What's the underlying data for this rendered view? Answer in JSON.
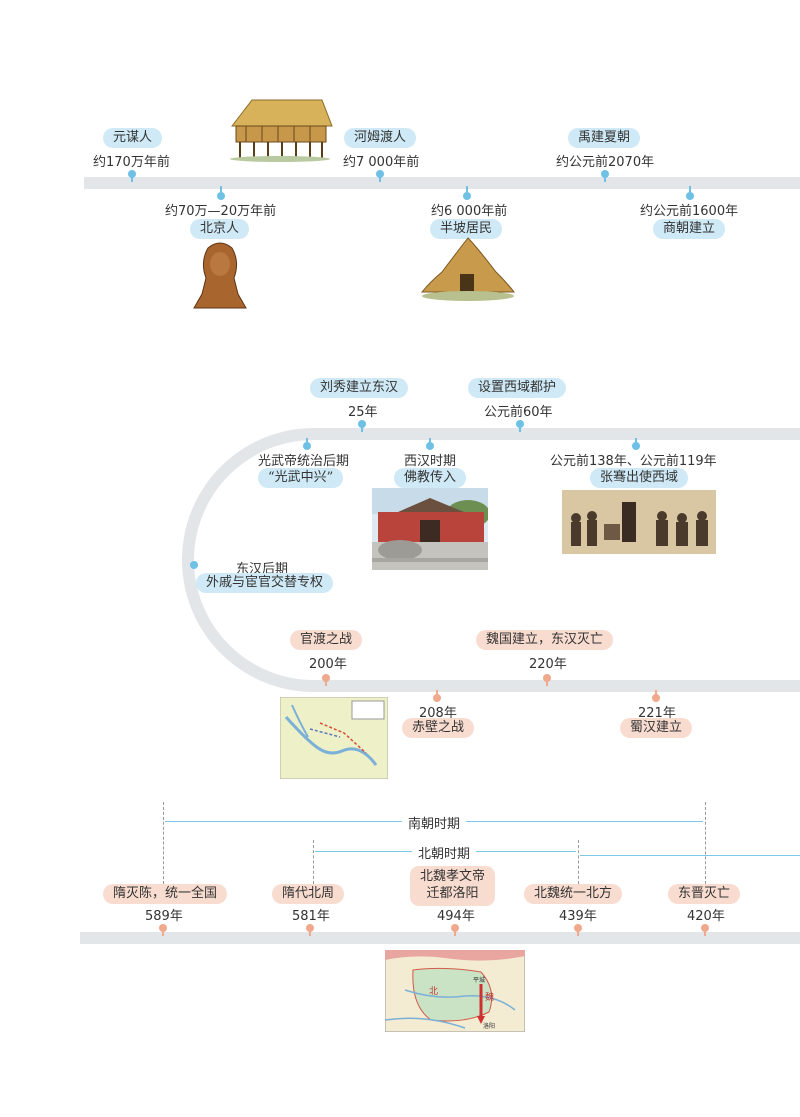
{
  "row1": {
    "above": [
      {
        "label": "元谋人",
        "date": "约170万年前"
      },
      {
        "label": "河姆渡人",
        "date": "约7 000年前"
      },
      {
        "label": "禹建夏朝",
        "date": "约公元前2070年"
      }
    ],
    "below": [
      {
        "label": "北京人",
        "date": "约70万—20万年前"
      },
      {
        "label": "半坡居民",
        "date": "约6 000年前"
      },
      {
        "label": "商朝建立",
        "date": "约公元前1600年"
      }
    ]
  },
  "row2": {
    "top_above": [
      {
        "label": "刘秀建立东汉",
        "date": "25年"
      },
      {
        "label": "设置西域都护",
        "date": "公元前60年"
      }
    ],
    "top_below": [
      {
        "label": "“光武中兴”",
        "date": "光武帝统治后期"
      },
      {
        "label": "佛教传入",
        "date": "西汉时期"
      },
      {
        "label": "张骞出使西域",
        "date": "公元前138年、公元前119年"
      }
    ],
    "curve": {
      "label": "外戚与宦官交替专权",
      "date": "东汉后期"
    },
    "bottom_above": [
      {
        "label": "官渡之战",
        "date": "200年"
      },
      {
        "label": "魏国建立，东汉灭亡",
        "date": "220年"
      }
    ],
    "bottom_below": [
      {
        "label": "赤壁之战",
        "date": "208年"
      },
      {
        "label": "蜀汉建立",
        "date": "221年"
      }
    ]
  },
  "row3": {
    "spans": {
      "south": "南朝时期",
      "north": "北朝时期"
    },
    "events": [
      {
        "label": "隋灭陈，统一全国",
        "date": "589年"
      },
      {
        "label": "隋代北周",
        "date": "581年"
      },
      {
        "label_line1": "北魏孝文帝",
        "label_line2": "迁都洛阳",
        "date": "494年"
      },
      {
        "label": "北魏统一北方",
        "date": "439年"
      },
      {
        "label": "东晋灭亡",
        "date": "420年"
      }
    ]
  },
  "map_labels": {
    "pingcheng": "平城",
    "luoyang": "洛阳",
    "bei": "北",
    "wei": "魏"
  },
  "colors": {
    "blue_tag": "#cfeaf6",
    "pink_tag": "#f9dcd0",
    "track": "#e3e6e8",
    "blue_pin": "#6ec1e4",
    "pink_pin": "#f0a98c"
  }
}
